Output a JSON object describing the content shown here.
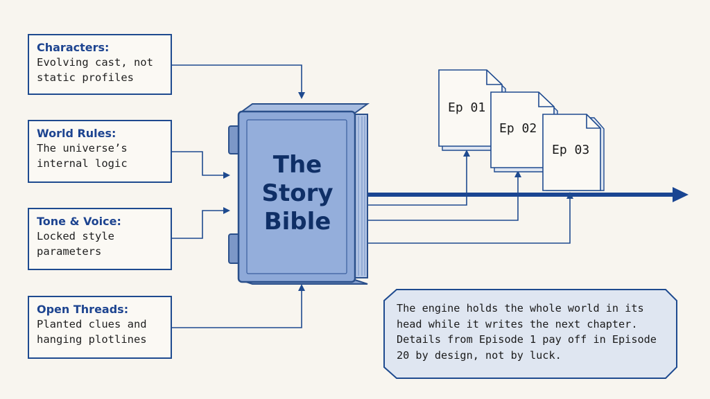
{
  "inputs": {
    "characters": {
      "title": "Characters:",
      "description": "Evolving cast, not\nstatic profiles"
    },
    "world_rules": {
      "title": "World Rules:",
      "description": "The universe’s\ninternal logic"
    },
    "tone_voice": {
      "title": "Tone & Voice:",
      "description": "Locked style\nparameters"
    },
    "open_threads": {
      "title": "Open Threads:",
      "description": "Planted clues and\nhanging plotlines"
    }
  },
  "book": {
    "title": "The\nStory\nBible"
  },
  "episodes": [
    "Ep 01",
    "Ep 02",
    "Ep 03"
  ],
  "note": {
    "text": "The engine holds the whole world in its head while it writes the next chapter. Details from Episode 1 pay off in Episode 20 by design, not by luck."
  },
  "colors": {
    "line": "#1e4a8f",
    "timeline": "#1a4592",
    "book_fill": "#8ea9d8",
    "book_edge": "#2a4f8a",
    "note_fill": "#dfe6f1"
  }
}
